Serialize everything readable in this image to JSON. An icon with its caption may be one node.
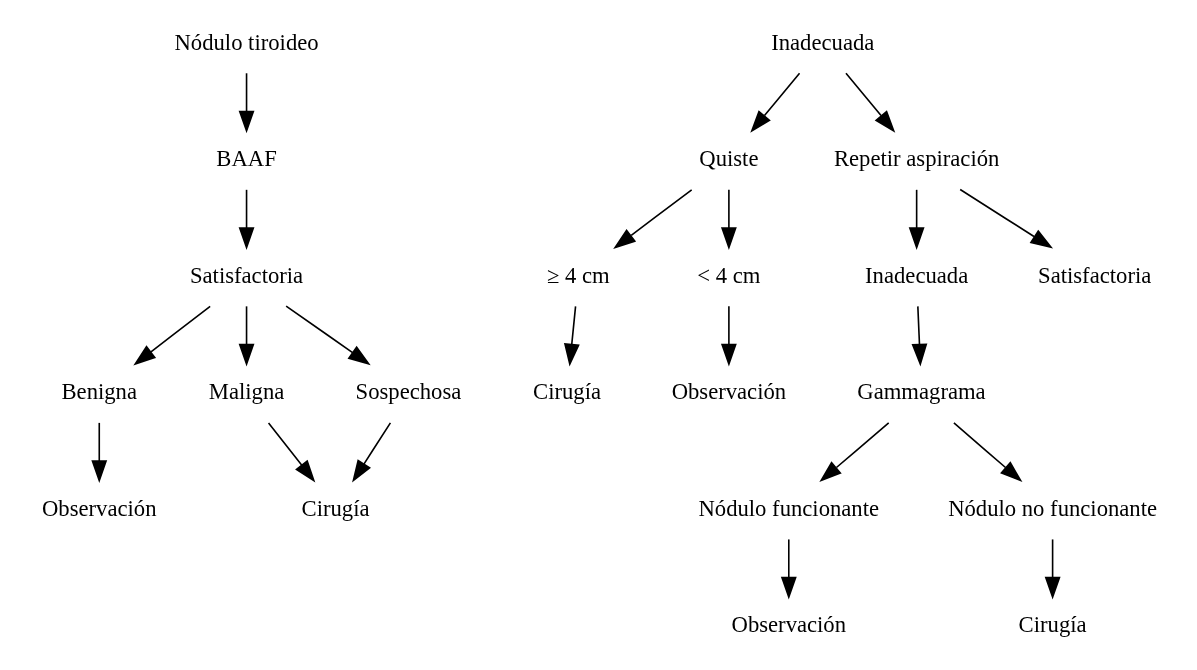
{
  "diagram": {
    "nodes": [
      {
        "text": [
          "Nódulo tiroideo"
        ]
      },
      {
        "text": [
          "BAAF"
        ]
      },
      {
        "text": [
          "Satisfactoria"
        ]
      },
      {
        "text": [
          "Benigna"
        ]
      },
      {
        "text": [
          "Maligna"
        ]
      },
      {
        "text": [
          "Sospechosa"
        ]
      },
      {
        "text": [
          "Observación"
        ]
      },
      {
        "text": [
          "Cirugía"
        ]
      },
      {
        "text": [
          "Inadecuada"
        ]
      },
      {
        "text": [
          "Quiste"
        ]
      },
      {
        "text": [
          "Repetir aspiración"
        ]
      },
      {
        "text": [
          "≥ 4 cm"
        ]
      },
      {
        "text": [
          "< 4 cm"
        ]
      },
      {
        "text": [
          "Inadecuada"
        ]
      },
      {
        "text": [
          "Satisfactoria"
        ]
      },
      {
        "text": [
          "Cirugía"
        ]
      },
      {
        "text": [
          "Observación"
        ]
      },
      {
        "text": [
          "Gammagrama"
        ]
      },
      {
        "text": [
          "Nódulo funcionante"
        ]
      },
      {
        "text": [
          "Nódulo no funcionante"
        ]
      },
      {
        "text": [
          "Observación"
        ]
      },
      {
        "text": [
          "Cirugía"
        ]
      }
    ],
    "edges": [
      {
        "from": 0,
        "to": 1,
        "arrow": "to"
      },
      {
        "from": 1,
        "to": 2,
        "arrow": "to"
      },
      {
        "from": 2,
        "to": 3,
        "arrow": "to"
      },
      {
        "from": 2,
        "to": 4,
        "arrow": "to"
      },
      {
        "from": 2,
        "to": 5,
        "arrow": "to"
      },
      {
        "from": 3,
        "to": 6,
        "arrow": "to"
      },
      {
        "from": 4,
        "to": 7,
        "arrow": "to"
      },
      {
        "from": 5,
        "to": 7,
        "arrow": "to"
      },
      {
        "from": 8,
        "to": 9,
        "arrow": "to"
      },
      {
        "from": 8,
        "to": 10,
        "arrow": "to"
      },
      {
        "from": 9,
        "to": 11,
        "arrow": "to"
      },
      {
        "from": 9,
        "to": 12,
        "arrow": "to"
      },
      {
        "from": 11,
        "to": 15,
        "arrow": "to"
      },
      {
        "from": 12,
        "to": 16,
        "arrow": "to"
      },
      {
        "from": 10,
        "to": 13,
        "arrow": "to"
      },
      {
        "from": 10,
        "to": 14,
        "arrow": "to"
      },
      {
        "from": 13,
        "to": 17,
        "arrow": "to"
      },
      {
        "from": 17,
        "to": 18,
        "arrow": "to"
      },
      {
        "from": 17,
        "to": 19,
        "arrow": "to"
      },
      {
        "from": 18,
        "to": 20,
        "arrow": "to"
      },
      {
        "from": 19,
        "to": 21,
        "arrow": "to"
      }
    ]
  }
}
